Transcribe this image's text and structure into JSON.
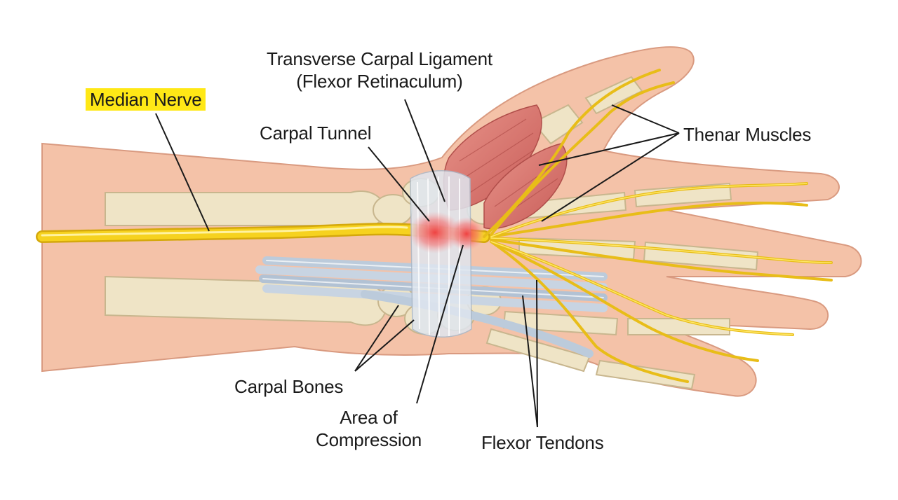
{
  "labels": {
    "median_nerve": "Median Nerve",
    "transverse_ligament_line1": "Transverse Carpal Ligament",
    "transverse_ligament_line2": "(Flexor Retinaculum)",
    "carpal_tunnel": "Carpal Tunnel",
    "thenar_muscles": "Thenar Muscles",
    "carpal_bones": "Carpal Bones",
    "area_of_compression_line1": "Area of",
    "area_of_compression_line2": "Compression",
    "flexor_tendons": "Flexor Tendons"
  },
  "colors": {
    "skin": "#f4c2a8",
    "skin_outline": "#d99a80",
    "bone": "#efe4c6",
    "bone_outline": "#c8b68e",
    "nerve": "#f6d21f",
    "nerve_outline": "#d4a80c",
    "tendon": "#bccbdb",
    "muscle": "#d5706a",
    "ligament": "#dfe6ef",
    "compression": "#f03a3a",
    "highlight": "#ffe816",
    "leader_line": "#1a1a1a"
  }
}
